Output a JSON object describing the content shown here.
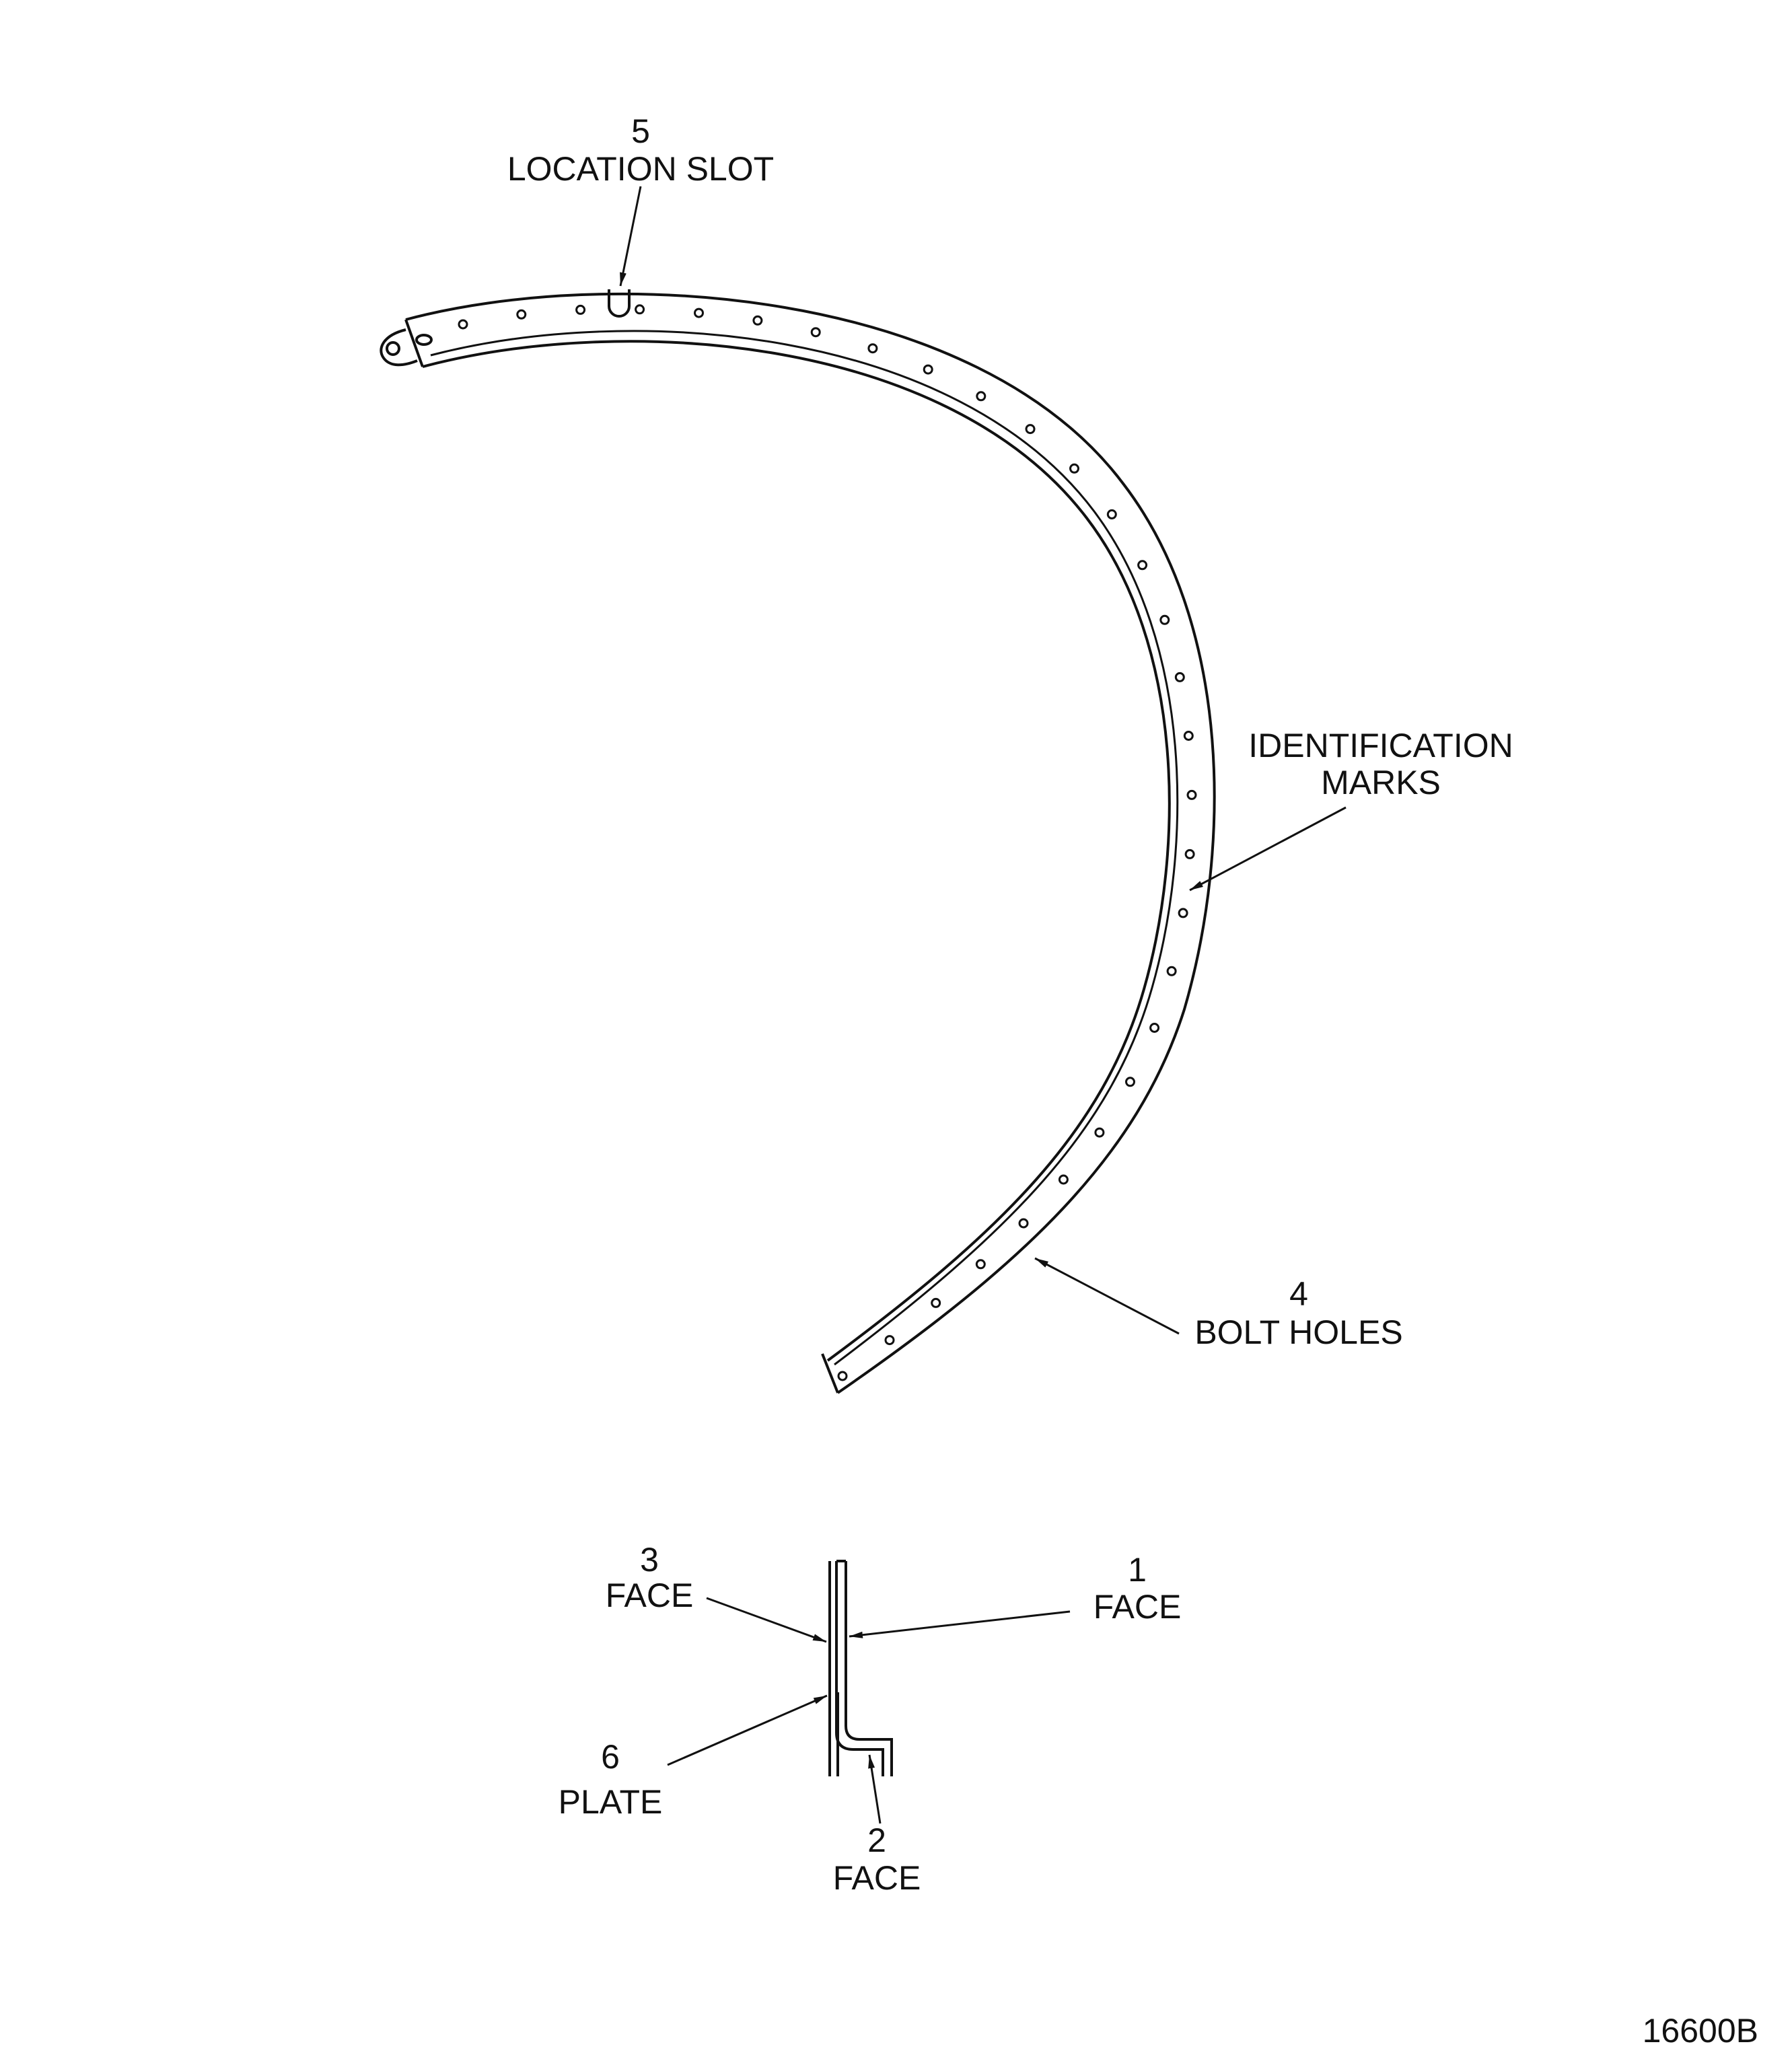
{
  "callouts": {
    "location_slot": {
      "number": "5",
      "text": "LOCATION SLOT"
    },
    "identification_marks": {
      "line1": "IDENTIFICATION",
      "line2": "MARKS"
    },
    "bolt_holes": {
      "number": "4",
      "text": "BOLT HOLES"
    },
    "face_3": {
      "number": "3",
      "text": "FACE"
    },
    "face_1": {
      "number": "1",
      "text": "FACE"
    },
    "plate_6": {
      "number": "6",
      "text": "PLATE"
    },
    "face_2": {
      "number": "2",
      "text": "FACE"
    }
  },
  "figure_number": "16600B",
  "colors": {
    "ink": "#111111",
    "paper": "#ffffff"
  }
}
